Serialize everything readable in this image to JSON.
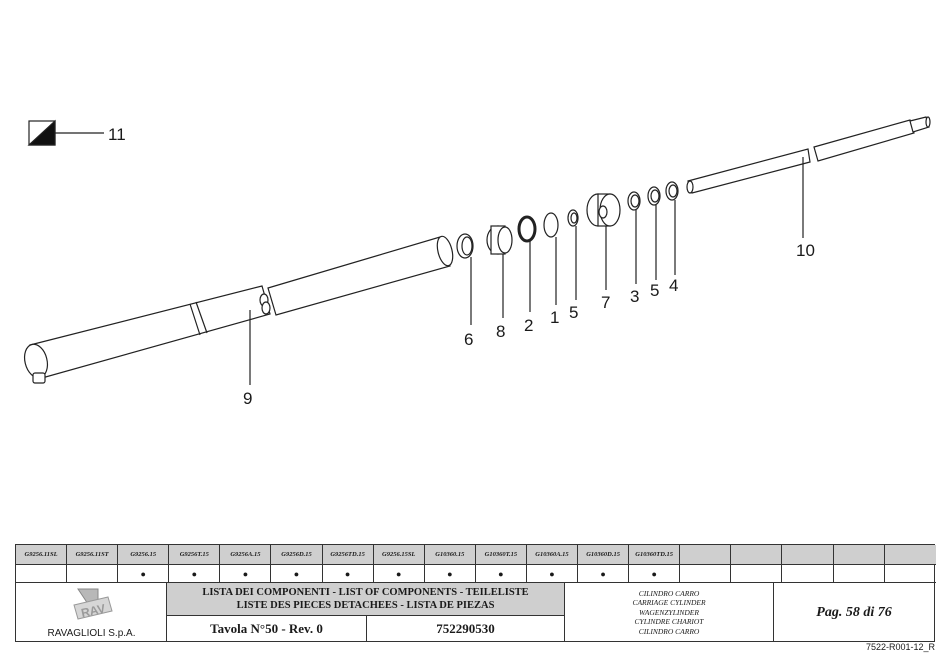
{
  "callouts": {
    "c11": "11",
    "c10": "10",
    "c9": "9",
    "c6": "6",
    "c8": "8",
    "c2": "2",
    "c1": "1",
    "c5a": "5",
    "c7": "7",
    "c3": "3",
    "c5b": "5",
    "c4": "4"
  },
  "model_codes": [
    "G9256.11SL",
    "G9256.11ST",
    "G9256.15",
    "G9256T.15",
    "G9256A.15",
    "G9256D.15",
    "G9256TD.15",
    "G9256.15SL",
    "G10360.15",
    "G10360T.15",
    "G10360A.15",
    "G10360D.15",
    "G10360TD.15",
    "",
    "",
    "",
    "",
    ""
  ],
  "model_marks": [
    "",
    "",
    "●",
    "●",
    "●",
    "●",
    "●",
    "●",
    "●",
    "●",
    "●",
    "●",
    "●",
    "",
    "",
    "",
    "",
    ""
  ],
  "company": "RAVAGLIOLI S.p.A.",
  "logo_text": "RAV",
  "list_title": {
    "line1": "LISTA DEI COMPONENTI - LIST OF COMPONENTS - TEILELISTE",
    "line2": "LISTE DES PIECES DETACHEES - LISTA DE PIEZAS"
  },
  "table_no": "Tavola N°50 - Rev. 0",
  "part_no": "752290530",
  "description": {
    "it": "CILINDRO CARRO",
    "en": "CARRIAGE CYLINDER",
    "de": "WAGENZYLINDER",
    "fr": "CYLINDRE CHARIOT",
    "es": "CILINDRO CARRO"
  },
  "page_label": "Pag. 58 di 76",
  "doc_code": "7522-R001-12_R"
}
